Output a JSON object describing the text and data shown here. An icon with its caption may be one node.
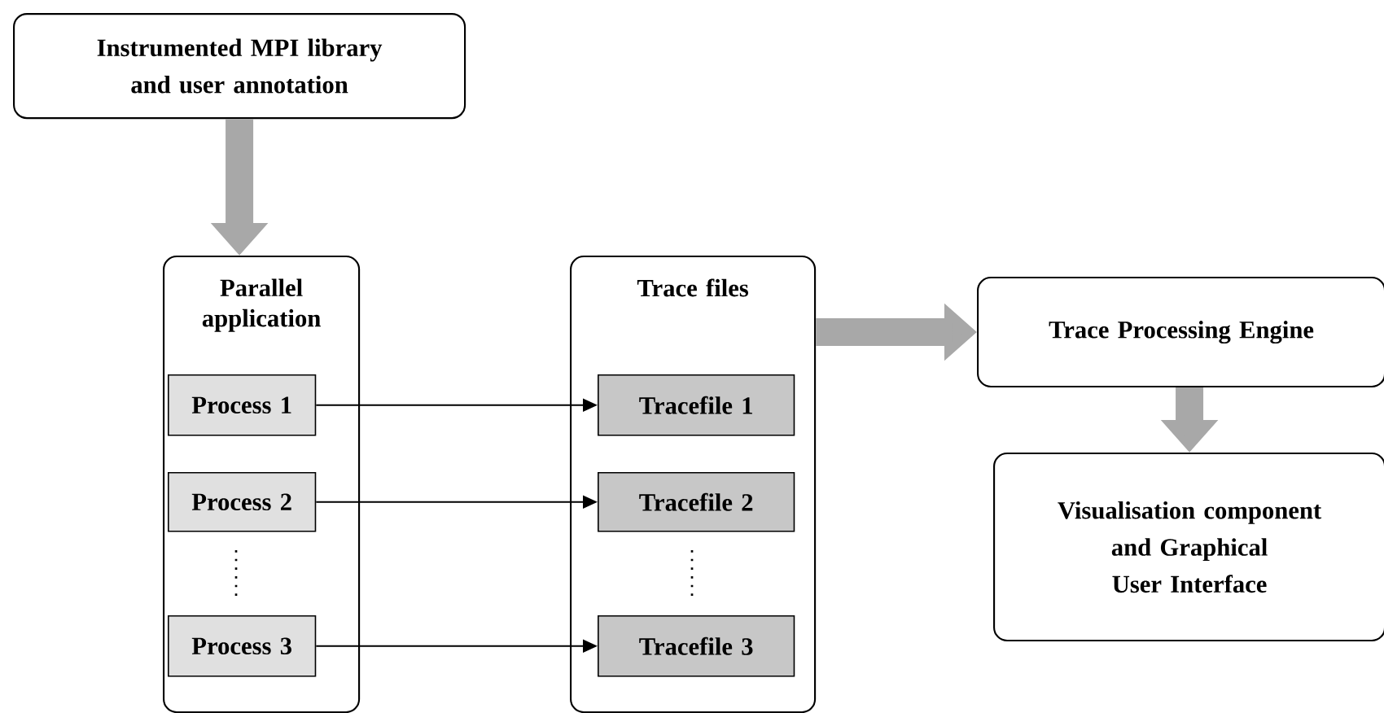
{
  "diagram": {
    "nodes": [
      {
        "text": [
          "Instrumented MPI library and user annotation"
        ]
      },
      {
        "text": [
          "Parallel application"
        ]
      },
      {
        "text": [
          "Process 1"
        ],
        "in": 1
      },
      {
        "text": [
          "Process 2"
        ],
        "in": 1
      },
      {
        "text": [
          "Process 3"
        ],
        "in": 1
      },
      {
        "text": [
          "Trace files"
        ]
      },
      {
        "text": [
          "Tracefile 1"
        ],
        "in": 5
      },
      {
        "text": [
          "Tracefile 2"
        ],
        "in": 5
      },
      {
        "text": [
          "Tracefile 3"
        ],
        "in": 5
      },
      {
        "text": [
          "Trace Processing Engine"
        ]
      },
      {
        "text": [
          "Visualisation component and Graphical User Interface"
        ]
      }
    ],
    "edges": [
      {
        "from": 0,
        "to": 1,
        "arrow": "to",
        "style": "thick",
        "color": "#a8a8a8"
      },
      {
        "from": 2,
        "to": 6,
        "arrow": "to",
        "color": "#000000"
      },
      {
        "from": 3,
        "to": 7,
        "arrow": "to",
        "color": "#000000"
      },
      {
        "from": 4,
        "to": 8,
        "arrow": "to",
        "color": "#000000"
      },
      {
        "from": 5,
        "to": 9,
        "arrow": "to",
        "style": "thick",
        "color": "#a8a8a8"
      },
      {
        "from": 9,
        "to": 10,
        "arrow": "to",
        "style": "thick",
        "color": "#a8a8a8"
      }
    ]
  }
}
